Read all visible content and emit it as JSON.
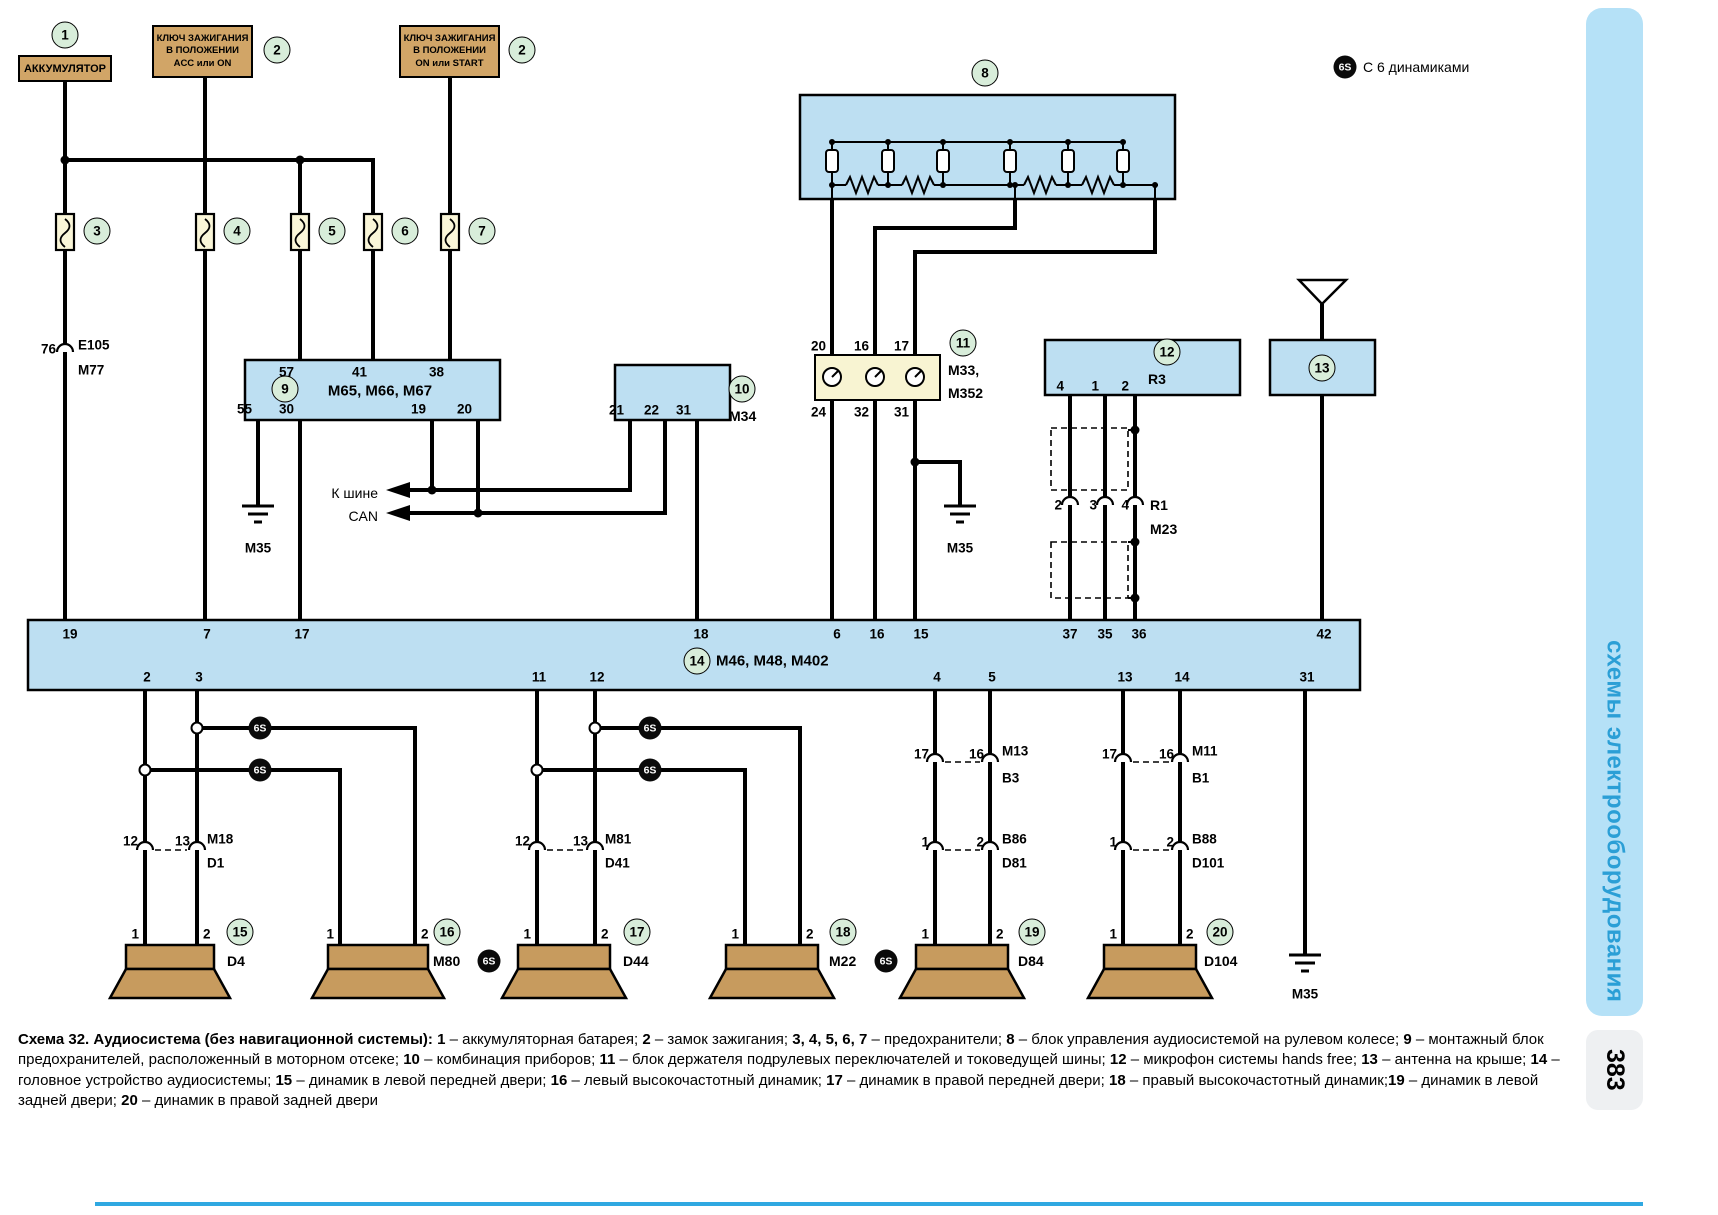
{
  "palette": {
    "wire": "#000000",
    "box_blue": "#bddff2",
    "box_tan": "#d1a567",
    "box_cream": "#f8f4d2",
    "speaker": "#c79b5e",
    "num_badge": "#d8edda",
    "badge_6s": "#0a0a0a",
    "sidebar_fill": "#b5e1f7",
    "sidebar_text": "#2b9fd6",
    "rule_blue": "#2fa8e1"
  },
  "note6s": {
    "badge": "6S",
    "label": "С 6 динамиками"
  },
  "battery": {
    "num": "1",
    "label": "АККУМУЛЯТОР"
  },
  "key_acc": {
    "num": "2",
    "l1": "КЛЮЧ ЗАЖИГАНИЯ",
    "l2": "В ПОЛОЖЕНИИ",
    "l3": "ACC или ON"
  },
  "key_on": {
    "num": "2",
    "l1": "КЛЮЧ ЗАЖИГАНИЯ",
    "l2": "В ПОЛОЖЕНИИ",
    "l3": "ON или START"
  },
  "fuses": {
    "f3": "3",
    "f4": "4",
    "f5": "5",
    "f6": "6",
    "f7": "7"
  },
  "e105": {
    "pin": "76",
    "name": "E105",
    "conn": "M77"
  },
  "box8": {
    "num": "8"
  },
  "box9": {
    "num": "9",
    "title": "M65, M66, M67",
    "p57": "57",
    "p41": "41",
    "p38": "38",
    "p55": "55",
    "p30": "30",
    "p19": "19",
    "p20": "20",
    "ground": "M35"
  },
  "box10": {
    "num": "10",
    "name": "M34",
    "p21": "21",
    "p22": "22",
    "p31": "31"
  },
  "can": {
    "l1": "К шине",
    "l2": "CAN"
  },
  "box11": {
    "num": "11",
    "name1": "M33,",
    "name2": "M352",
    "t20": "20",
    "t16": "16",
    "t17": "17",
    "b24": "24",
    "b32": "32",
    "b31": "31",
    "ground": "M35"
  },
  "box12": {
    "num": "12",
    "name": "R3",
    "p4": "4",
    "p1": "1",
    "p2": "2"
  },
  "r1": {
    "p2": "2",
    "p3": "3",
    "p4": "4",
    "name": "R1",
    "conn": "M23"
  },
  "box13": {
    "num": "13"
  },
  "box14": {
    "num": "14",
    "title": "M46, M48, M402",
    "t19": "19",
    "t7": "7",
    "t17": "17",
    "t18": "18",
    "t6": "6",
    "t16": "16",
    "t15": "15",
    "t37": "37",
    "t35": "35",
    "t36": "36",
    "t42": "42",
    "b2": "2",
    "b3": "3",
    "b11": "11",
    "b12": "12",
    "b4": "4",
    "b5": "5",
    "b13": "13",
    "b14": "14",
    "b31": "31"
  },
  "fl": {
    "badge1": "6S",
    "badge2": "6S",
    "cp1": "12",
    "cp2": "13",
    "cm": "M18",
    "cd": "D1",
    "s1": "1",
    "s2": "2",
    "snum": "15",
    "sname": "D4",
    "t1": "1",
    "t2": "2",
    "tnum": "16",
    "tname": "M80",
    "tbadge": "6S"
  },
  "fr": {
    "badge1": "6S",
    "badge2": "6S",
    "cp1": "12",
    "cp2": "13",
    "cm": "M81",
    "cd": "D41",
    "s1": "1",
    "s2": "2",
    "snum": "17",
    "sname": "D44",
    "t1": "1",
    "t2": "2",
    "tnum": "18",
    "tname": "M22",
    "tbadge": "6S"
  },
  "rl": {
    "c1p1": "17",
    "c1p2": "16",
    "c1m": "M13",
    "c1d": "B3",
    "c2p1": "1",
    "c2p2": "2",
    "c2m": "B86",
    "c2d": "D81",
    "s1": "1",
    "s2": "2",
    "snum": "19",
    "sname": "D84"
  },
  "rr": {
    "c1p1": "17",
    "c1p2": "16",
    "c1m": "M11",
    "c1d": "B1",
    "c2p1": "1",
    "c2p2": "2",
    "c2m": "B88",
    "c2d": "D101",
    "s1": "1",
    "s2": "2",
    "snum": "20",
    "sname": "D104"
  },
  "ground_right": "M35",
  "sidebar": {
    "title": "схемы электрооборудования",
    "page": "383"
  },
  "caption": {
    "lead": "Схема 32. Аудиосистема (без навигационной системы): ",
    "items": [
      {
        "n": "1",
        "t": " – аккумуляторная батарея; "
      },
      {
        "n": "2",
        "t": " – замок зажигания; "
      },
      {
        "n": "3, 4, 5, 6, 7",
        "t": " – предохранители; "
      },
      {
        "n": "8",
        "t": " – блок управления аудиосистемой на рулевом колесе; "
      },
      {
        "n": "9",
        "t": " – монтажный блок предохранителей, расположенный в моторном отсеке; "
      },
      {
        "n": "10",
        "t": " – комбинация приборов; "
      },
      {
        "n": "11",
        "t": " – блок держателя подрулевых переключателей и токоведущей шины; "
      },
      {
        "n": "12",
        "t": " – микрофон системы hands free; "
      },
      {
        "n": "13",
        "t": " – антенна на крыше; "
      },
      {
        "n": "14",
        "t": " – головное устройство аудиосистемы; "
      },
      {
        "n": "15",
        "t": " – динамик в левой передней двери; "
      },
      {
        "n": "16",
        "t": " – левый высокочастотный динамик; "
      },
      {
        "n": "17",
        "t": " – динамик в правой передней двери; "
      },
      {
        "n": "18",
        "t": " – правый высокочастотный динамик;"
      },
      {
        "n": "19",
        "t": " – динамик в левой задней двери; "
      },
      {
        "n": "20",
        "t": " – динамик в правой задней двери"
      }
    ]
  }
}
